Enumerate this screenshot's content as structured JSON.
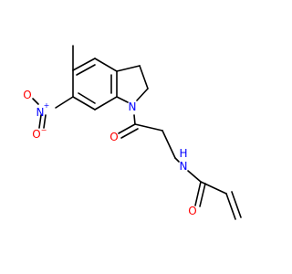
{
  "molecule": {
    "atoms": {
      "nitro_n": "N",
      "nitro_n_charge": "+",
      "nitro_o_top": "O",
      "nitro_o_bottom": "O",
      "nitro_o_charge": "−",
      "ring_n": "N",
      "carbonyl_o1": "O",
      "amide_n": "N",
      "amide_h": "H",
      "carbonyl_o2": "O"
    },
    "colors": {
      "bond": "#000000",
      "nitrogen": "#0000ff",
      "oxygen": "#ff0000"
    }
  }
}
